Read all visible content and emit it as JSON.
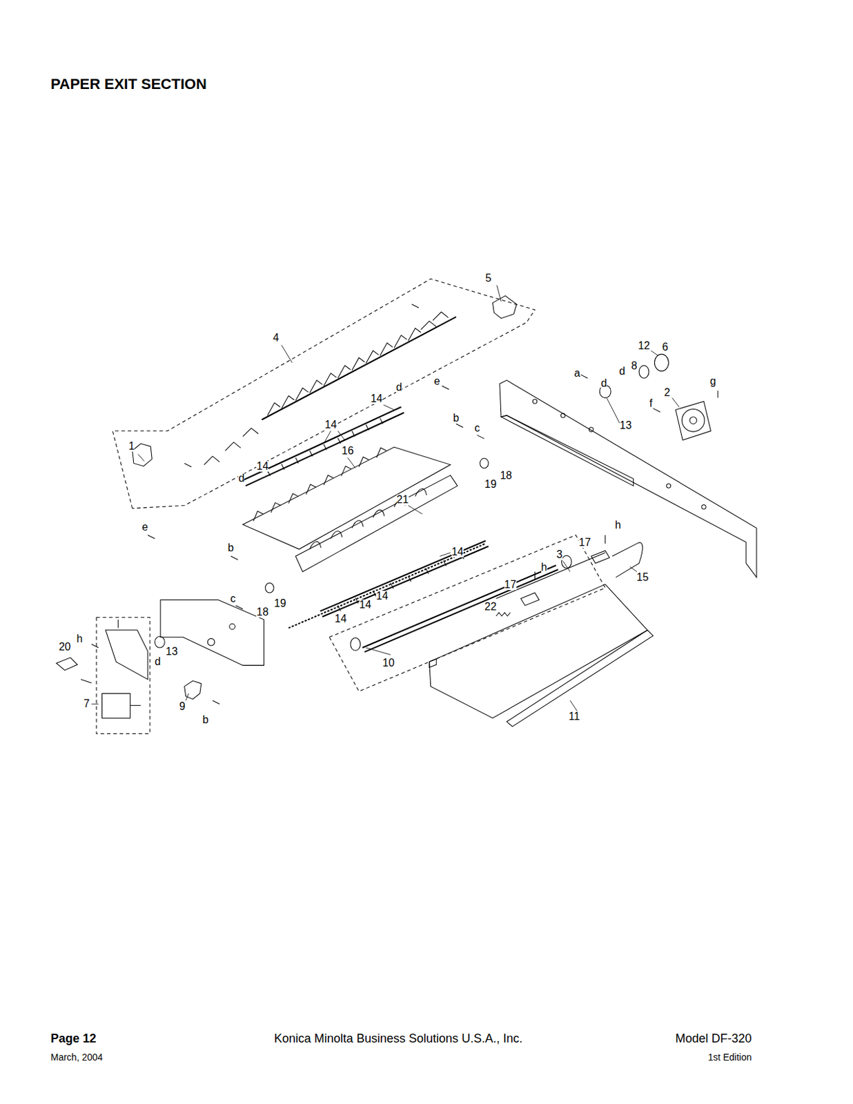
{
  "diagram": {
    "title": "PAPER EXIT SECTION",
    "labels": [
      "5",
      "4",
      "12",
      "6",
      "e",
      "a",
      "d",
      "8",
      "g",
      "d",
      "14",
      "d",
      "2",
      "f",
      "13",
      "b",
      "c",
      "14",
      "16",
      "1",
      "14",
      "d",
      "19",
      "18",
      "21",
      "e",
      "h",
      "b",
      "17",
      "3",
      "14",
      "15",
      "c",
      "19",
      "18",
      "h",
      "17",
      "14",
      "14",
      "14",
      "22",
      "20",
      "h",
      "13",
      "d",
      "10",
      "7",
      "9",
      "b",
      "11",
      "Page 12",
      "Konica Minolta Business Solutions U.S.A., Inc.",
      "Model DF-320",
      "March, 2004",
      "1st Edition"
    ]
  }
}
